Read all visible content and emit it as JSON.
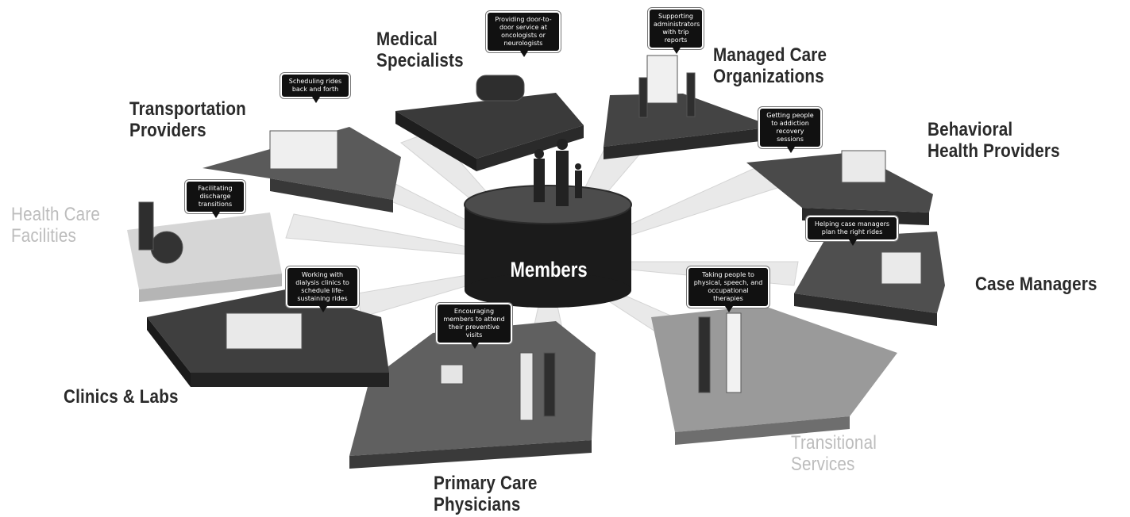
{
  "hub": {
    "label": "Members"
  },
  "segments": [
    {
      "key": "medical",
      "label_lines": [
        "Medical",
        "Specialists"
      ],
      "bubble": "Providing door-to-door service at oncologists or neurologists"
    },
    {
      "key": "managed",
      "label_lines": [
        "Managed Care",
        "Organizations"
      ],
      "bubble": "Supporting administrators with trip reports"
    },
    {
      "key": "behavioral",
      "label_lines": [
        "Behavioral",
        "Health Providers"
      ],
      "bubble": "Getting people to addiction recovery sessions"
    },
    {
      "key": "case",
      "label_lines": [
        "Case Managers"
      ],
      "bubble": "Helping case managers plan the right rides"
    },
    {
      "key": "transitional",
      "label_lines": [
        "Transitional",
        "Services"
      ],
      "bubble": "Taking people to physical, speech, and occupational therapies"
    },
    {
      "key": "primary",
      "label_lines": [
        "Primary Care",
        "Physicians"
      ],
      "bubble": "Encouraging members to attend their preventive visits"
    },
    {
      "key": "clinics",
      "label_lines": [
        "Clinics & Labs"
      ],
      "bubble": "Working with dialysis clinics to schedule life-sustaining rides"
    },
    {
      "key": "facilities",
      "label_lines": [
        "Health Care",
        "Facilities"
      ],
      "bubble": "Facilitating discharge transitions"
    },
    {
      "key": "transport",
      "label_lines": [
        "Transportation",
        "Providers"
      ],
      "bubble": "Scheduling rides back and forth"
    }
  ]
}
